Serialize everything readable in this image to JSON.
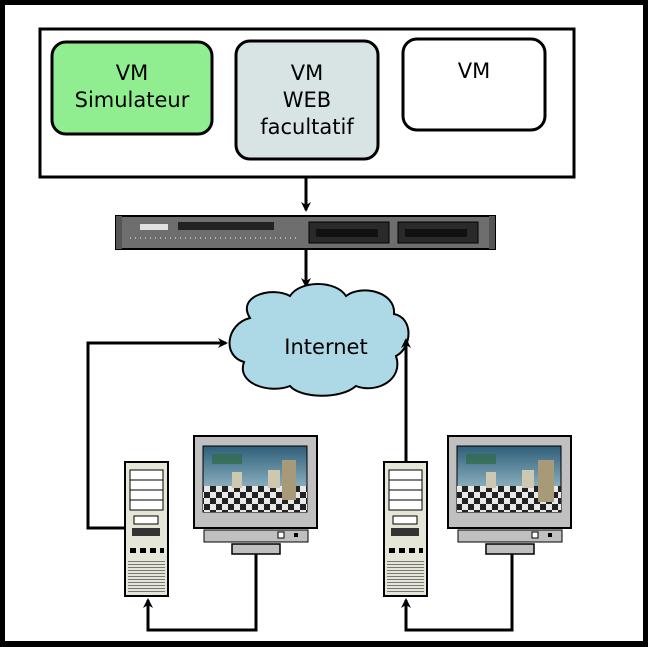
{
  "vms": [
    {
      "lines": [
        "VM",
        "Simulateur"
      ],
      "fill": "#90ee90"
    },
    {
      "lines": [
        "VM",
        "WEB",
        "facultatif"
      ],
      "fill": "#d8e4e4"
    },
    {
      "lines": [
        "VM"
      ],
      "fill": "#ffffff"
    }
  ],
  "cloud": {
    "label": "Internet",
    "fill": "#add8e6"
  },
  "colors": {
    "background": "#000000",
    "panel": "#ffffff",
    "server": "#6e6e6e",
    "monitor": "#c0c0c0",
    "tower": "#e6e6d8"
  },
  "icons": [
    "server-rack-icon",
    "cloud-icon",
    "computer-tower-icon",
    "crt-monitor-icon",
    "arrow-icon"
  ]
}
